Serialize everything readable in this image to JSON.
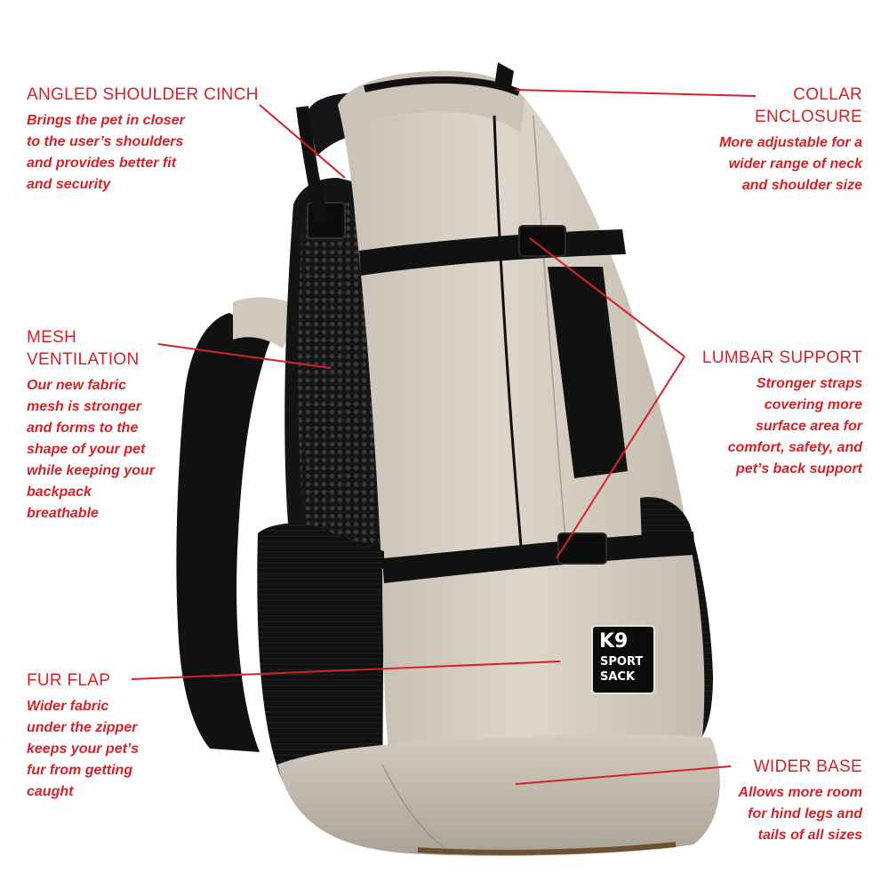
{
  "colors": {
    "title": "#d62128",
    "description": "#d62128",
    "leader_line": "#d62128",
    "bag_fabric": "#d6cfc3",
    "bag_shade": "#b7afa3",
    "straps": "#121212",
    "mesh": "#1e1e1e"
  },
  "callouts": {
    "shoulder_cinch": {
      "title": "ANGLED SHOULDER CINCH",
      "description": "Brings the pet in closer\nto the user’s shoulders\nand provides better fit\nand security"
    },
    "collar": {
      "title": "COLLAR\nENCLOSURE",
      "description": "More adjustable for a\nwider range of neck\nand shoulder size"
    },
    "mesh": {
      "title": "MESH\nVENTILATION",
      "description": "Our new fabric\nmesh is stronger\nand forms to the\nshape of your pet\nwhile keeping your\nbackpack\nbreathable"
    },
    "lumbar": {
      "title": "LUMBAR SUPPORT",
      "description": "Stronger straps\ncovering more\nsurface area for\ncomfort, safety, and\npet’s back support"
    },
    "fur_flap": {
      "title": "FUR FLAP",
      "description": "Wider fabric\nunder the zipper\nkeeps your pet’s\nfur from getting\ncaught"
    },
    "wider_base": {
      "title": "WIDER BASE",
      "description": "Allows more room\nfor hind legs and\ntails of all sizes"
    }
  },
  "logo": {
    "line1": "K9",
    "line2": "SPORT",
    "line3": "SACK"
  }
}
